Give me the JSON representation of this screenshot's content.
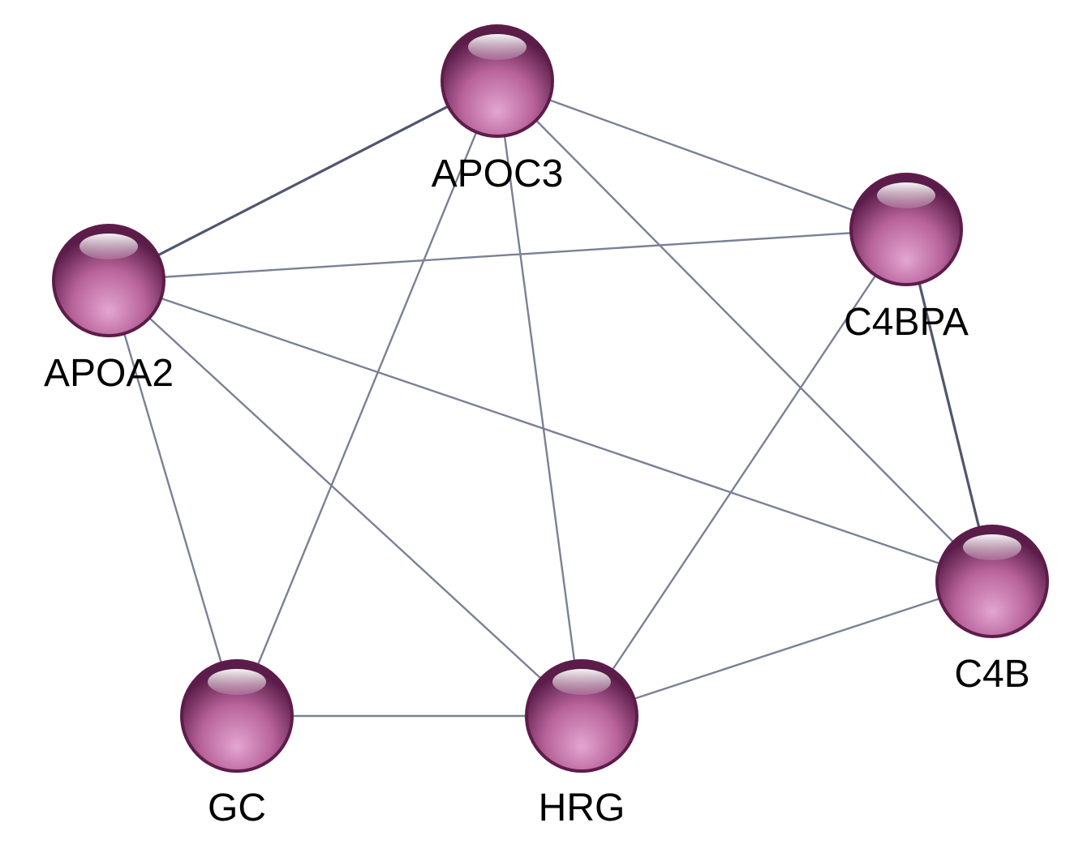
{
  "colors": {
    "node": "#b8639a",
    "node_light": "#e3a6d1",
    "node_dark": "#5a1c48",
    "node_outline": "#5e1c4a",
    "edge": "#7a8196",
    "edge_strong": "#4f5670",
    "label": "#000000",
    "background": "#ffffff"
  },
  "nodes": [
    {
      "id": "APOC3",
      "label": "APOC3"
    },
    {
      "id": "C4BPA",
      "label": "C4BPA"
    },
    {
      "id": "APOA2",
      "label": "APOA2"
    },
    {
      "id": "C4B",
      "label": "C4B"
    },
    {
      "id": "GC",
      "label": "GC"
    },
    {
      "id": "HRG",
      "label": "HRG"
    }
  ],
  "edges": [
    {
      "source": "APOA2",
      "target": "APOC3"
    },
    {
      "source": "APOC3",
      "target": "C4BPA"
    },
    {
      "source": "APOC3",
      "target": "GC"
    },
    {
      "source": "APOC3",
      "target": "HRG"
    },
    {
      "source": "APOC3",
      "target": "C4B"
    },
    {
      "source": "APOA2",
      "target": "C4BPA"
    },
    {
      "source": "APOA2",
      "target": "C4B"
    },
    {
      "source": "APOA2",
      "target": "HRG"
    },
    {
      "source": "APOA2",
      "target": "GC"
    },
    {
      "source": "C4BPA",
      "target": "C4B"
    },
    {
      "source": "C4BPA",
      "target": "HRG"
    },
    {
      "source": "C4B",
      "target": "HRG"
    },
    {
      "source": "GC",
      "target": "HRG"
    }
  ]
}
